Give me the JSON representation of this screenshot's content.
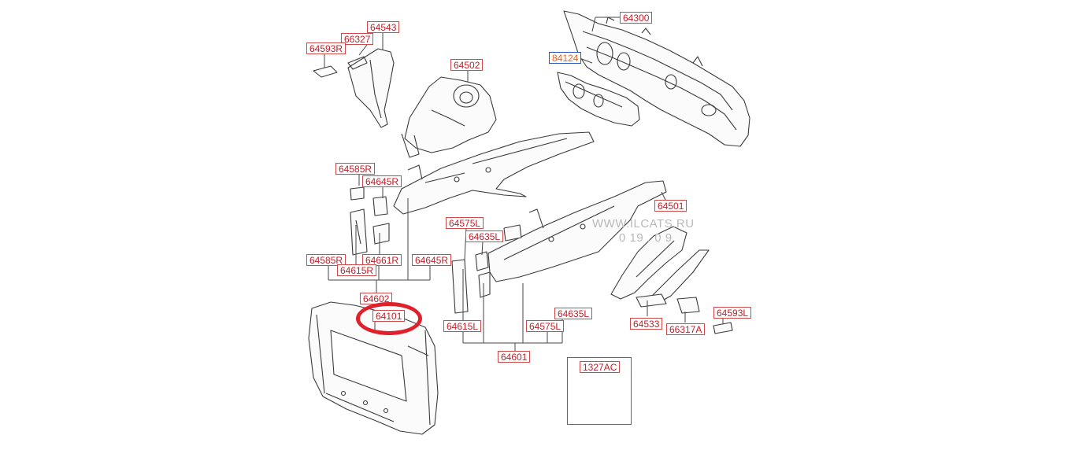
{
  "diagram": {
    "labels": {
      "l64300": "64300",
      "l64543": "64543",
      "l66327": "66327",
      "l64593R": "64593R",
      "l64502": "64502",
      "l84124": "84124",
      "l64585R_top": "64585R",
      "l64645R_top": "64645R",
      "l64501": "64501",
      "l64575L_top": "64575L",
      "l64635L_top": "64635L",
      "l64585R_bottom": "64585R",
      "l64661R": "64661R",
      "l64645R_bottom": "64645R",
      "l64615R": "64615R",
      "l64602": "64602",
      "l64101": "64101",
      "l64635L_bottom": "64635L",
      "l64615L": "64615L",
      "l64575L_bottom": "64575L",
      "l64533": "64533",
      "l66317A": "66317A",
      "l64593L": "64593L",
      "l64601": "64601",
      "l1327AC": "1327AC"
    },
    "watermark": {
      "line1": "WWW.ILCATS.RU",
      "line2": "0 19 . 0 9"
    },
    "colors": {
      "label_text": "#c0202a",
      "label_border": "#d04a4a",
      "highlight": "#e0202a",
      "outline": "#3a3a3a",
      "highlighted_label_border": "#2d59b8"
    }
  }
}
